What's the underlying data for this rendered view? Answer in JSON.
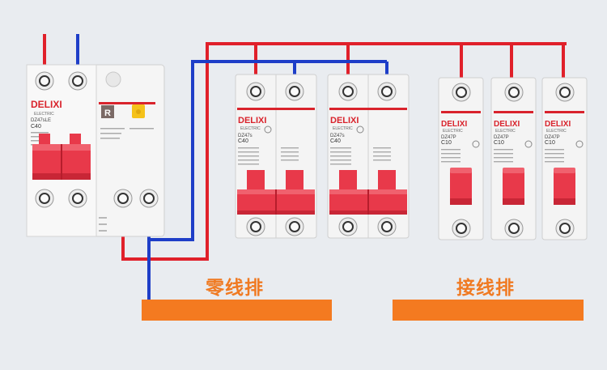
{
  "colors": {
    "live_wire": "#e0202a",
    "neutral_wire": "#1e3ec8",
    "busbar": "#f47a20",
    "brand_red": "#d9232c",
    "breaker_body": "#f4f4f4",
    "handle_red": "#e8394a"
  },
  "rcbo": {
    "brand": "DELIXI",
    "sub": "ELECTRIC",
    "model": "DZ47sLE",
    "rating": "C40",
    "test_button": "R"
  },
  "breakers_2p": [
    {
      "brand": "DELIXI",
      "sub": "ELECTRIC",
      "model": "DZ47s",
      "rating": "C40"
    },
    {
      "brand": "DELIXI",
      "sub": "ELECTRIC",
      "model": "DZ47s",
      "rating": "C40"
    }
  ],
  "breakers_1p": [
    {
      "brand": "DELIXI",
      "sub": "ELECTRIC",
      "model": "DZ47P",
      "rating": "C10"
    },
    {
      "brand": "DELIXI",
      "sub": "ELECTRIC",
      "model": "DZ47P",
      "rating": "C10"
    },
    {
      "brand": "DELIXI",
      "sub": "ELECTRIC",
      "model": "DZ47P",
      "rating": "C10"
    }
  ],
  "labels": {
    "neutral_bar": "零线排",
    "ground_bar": "接线排"
  }
}
